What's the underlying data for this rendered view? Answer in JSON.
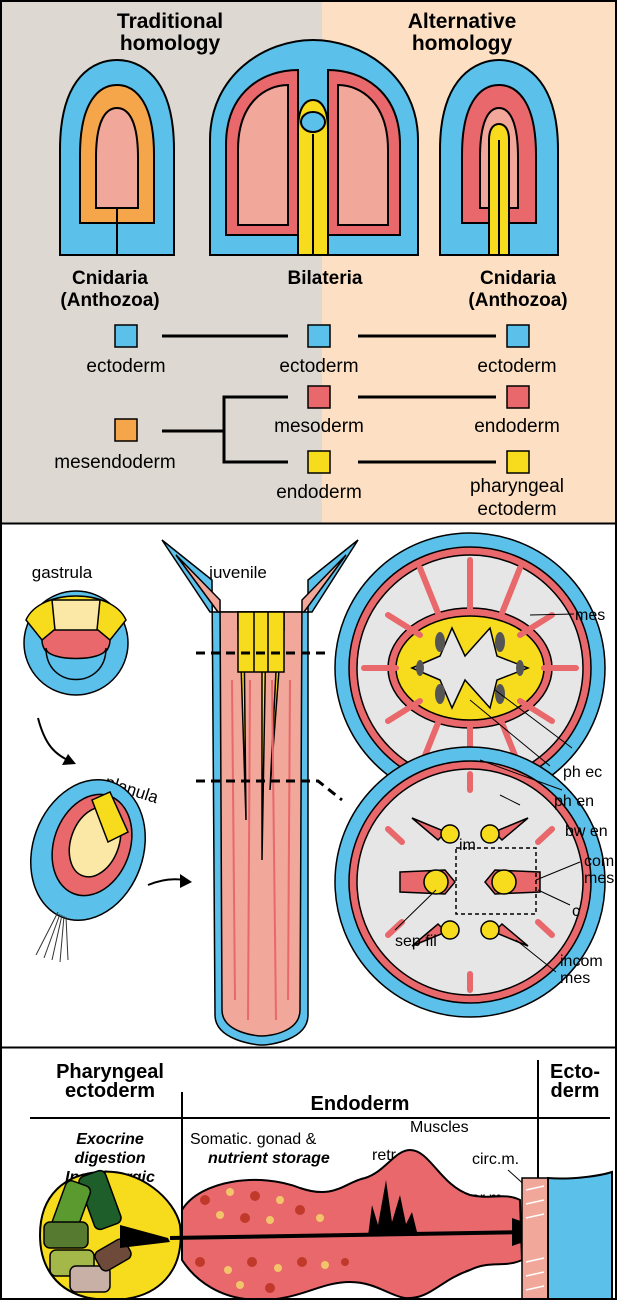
{
  "palette": {
    "ectoderm": "#5bc0ea",
    "mesoderm": "#e8686b",
    "endoderm": "#f7dc1e",
    "mesendoderm": "#f6a64a",
    "tissue_light": "#f1a79a",
    "cavity": "#e6e6e6",
    "panel_left": "#ddd9d2",
    "panel_right": "#fde0c3",
    "pale_yellow": "#fbe7a6"
  },
  "panel_a": {
    "headers": {
      "traditional": "Traditional\nhomology",
      "alternative": "Alternative\nhomology"
    },
    "columns": {
      "left": "Cnidaria\n(Anthozoa)",
      "middle": "Bilateria",
      "right": "Cnidaria\n(Anthozoa)"
    },
    "legend": {
      "left": [
        "ectoderm",
        "mesendoderm"
      ],
      "middle": [
        "ectoderm",
        "mesoderm",
        "endoderm"
      ],
      "right": [
        "ectoderm",
        "endoderm",
        "pharyngeal\nectoderm"
      ]
    }
  },
  "panel_b": {
    "labels": {
      "gastrula": "gastrula",
      "juvenile": "juvenile",
      "planula": "planula",
      "mes": "mes",
      "ph_ec": "ph ec",
      "ph_en": "ph en",
      "bw_en": "bw en",
      "im": "im",
      "com_mes": "com\nmes",
      "c": "c",
      "incom_mes": "incom\nmes",
      "sep_fil": "sep fil"
    }
  },
  "panel_c": {
    "headers": {
      "pharyngeal": "Pharyngeal\nectoderm",
      "endoderm": "Endoderm",
      "ectoderm": "Ecto-\nderm"
    },
    "functions": {
      "pharyngeal": "Exocrine\ndigestion\nInsulinergic",
      "somatic": "Somatic. gonad &",
      "nutrient": "nutrient storage",
      "muscles": "Muscles"
    },
    "muscles": {
      "retr": "retr.m.",
      "circ": "circ.m.",
      "par": "par.m."
    }
  }
}
